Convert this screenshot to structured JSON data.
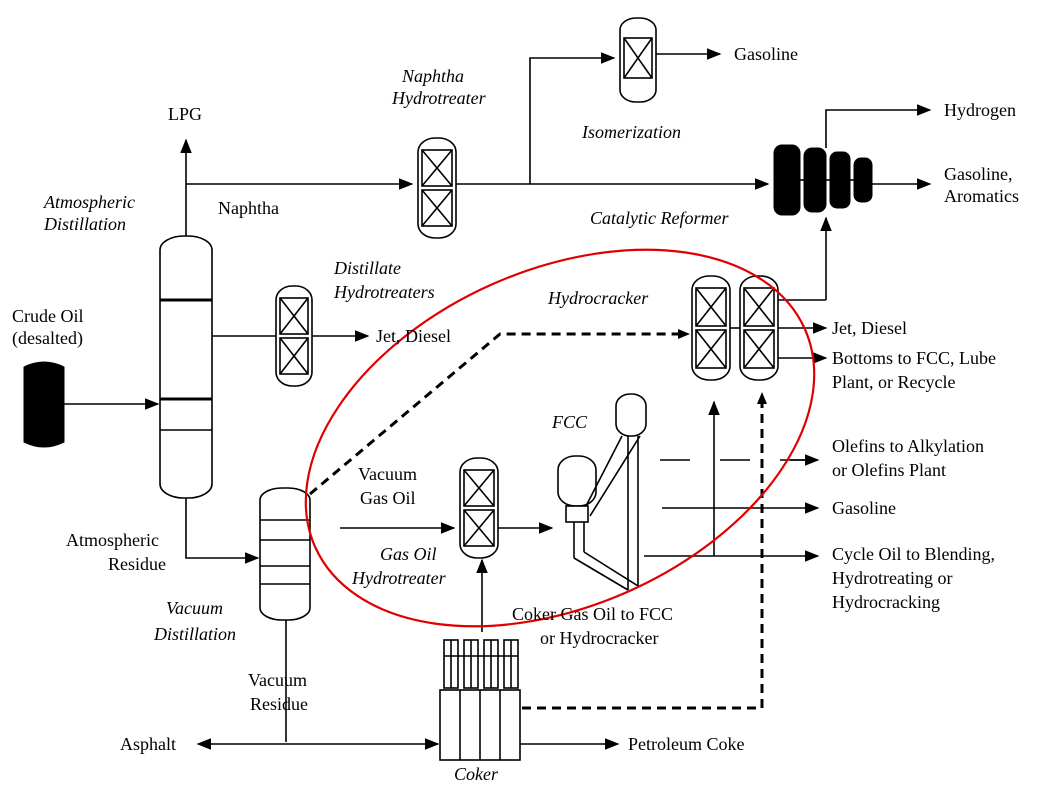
{
  "units": {
    "atmospheric_distillation": "Atmospheric Distillation",
    "vacuum_distillation": "Vacuum Distillation",
    "naphtha_hydrotreater": "Naphtha Hydrotreater",
    "isomerization": "Isomerization",
    "catalytic_reformer": "Catalytic Reformer",
    "distillate_hydrotreaters": "Distillate Hydrotreaters",
    "hydrocracker": "Hydrocracker",
    "fcc": "FCC",
    "gas_oil_hydrotreater": "Gas Oil Hydrotreater",
    "coker": "Coker"
  },
  "streams": {
    "crude_oil": "Crude Oil (desalted)",
    "lpg": "LPG",
    "naphtha": "Naphtha",
    "atmospheric_residue": "Atmospheric Residue",
    "vacuum_gas_oil": "Vacuum Gas Oil",
    "vacuum_residue": "Vacuum Residue",
    "coker_gas_oil": "Coker Gas Oil to FCC or Hydrocracker"
  },
  "products": {
    "gasoline_isom": "Gasoline",
    "hydrogen": "Hydrogen",
    "gasoline_aromatics": "Gasoline, Aromatics",
    "jet_diesel_distillate": "Jet, Diesel",
    "jet_diesel_hydrocracker": "Jet, Diesel",
    "bottoms": "Bottoms to FCC, Lube Plant, or Recycle",
    "olefins": "Olefins to Alkylation or Olefins Plant",
    "gasoline_fcc": "Gasoline",
    "cycle_oil": "Cycle Oil to Blending, Hydrotreating or Hydrocracking",
    "asphalt": "Asphalt",
    "petroleum_coke": "Petroleum Coke"
  },
  "highlight_color": "#e00000"
}
